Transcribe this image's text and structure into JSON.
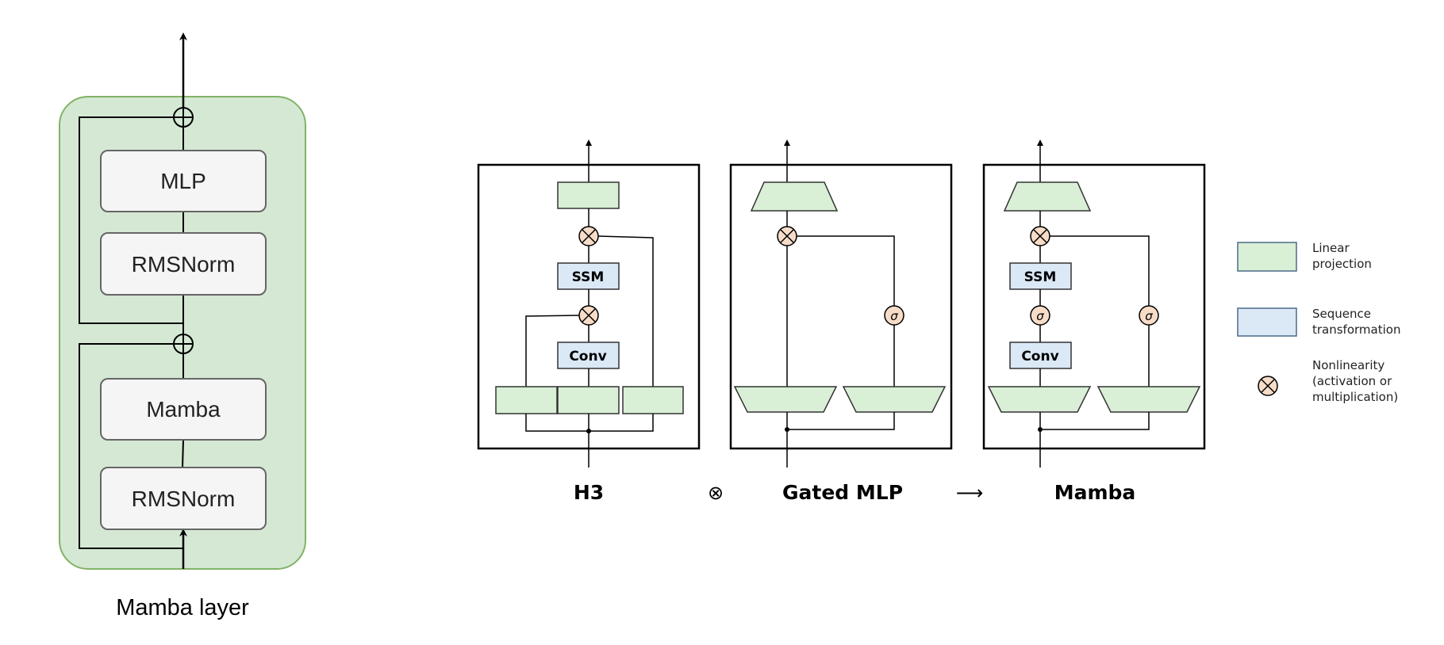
{
  "mamba_layer": {
    "blocks": [
      "MLP",
      "RMSNorm",
      "Mamba",
      "RMSNorm"
    ],
    "caption": "Mamba layer"
  },
  "diagrams": {
    "h3": {
      "caption": "H3",
      "ssm": "SSM",
      "conv": "Conv"
    },
    "gated_mlp": {
      "caption": "Gated MLP",
      "sigma": "σ"
    },
    "mamba": {
      "caption": "Mamba",
      "ssm": "SSM",
      "conv": "Conv",
      "sigma": "σ"
    },
    "combine_symbol": "⊗",
    "arrow_symbol": "⟶"
  },
  "legend": {
    "linear": "Linear\nprojection",
    "sequence": "Sequence\ntransformation",
    "nonlinearity": "Nonlinearity\n(activation or\nmultiplication)"
  },
  "colors": {
    "layer_bg": "#d5e8d4",
    "layer_border": "#82b366",
    "block_fill": "#f5f5f5",
    "linear_fill": "#d9efd6",
    "sequence_fill": "#dbe8f6",
    "nonlin_fill": "#f7dcc8"
  }
}
